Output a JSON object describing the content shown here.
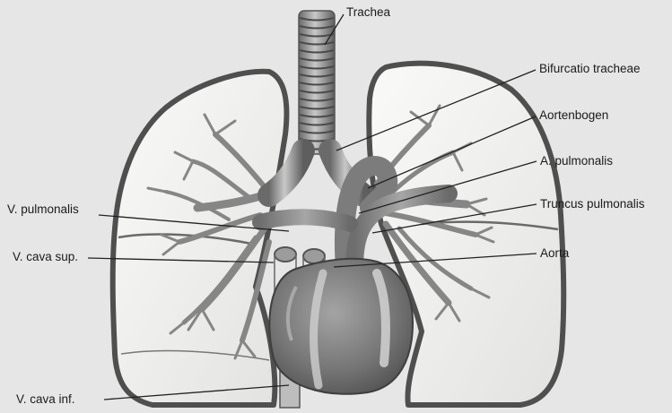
{
  "labels": {
    "trachea": "Trachea",
    "bifurcatio": "Bifurcatio tracheae",
    "aortenbogen": "Aortenbogen",
    "a_pulmonalis": "A. pulmonalis",
    "truncus": "Truncus pulmonalis",
    "aorta": "Aorta",
    "v_pulmonalis": "V. pulmonalis",
    "v_cava_sup": "V. cava sup.",
    "v_cava_inf": "V. cava inf."
  },
  "colors": {
    "background": "#e6e6e6",
    "lung_fill": "#f2f2f0",
    "lung_edge": "#5a5a5a",
    "vessel": "#8d8d8d",
    "heart": "#7b7b7b",
    "leader_line": "#222222"
  }
}
